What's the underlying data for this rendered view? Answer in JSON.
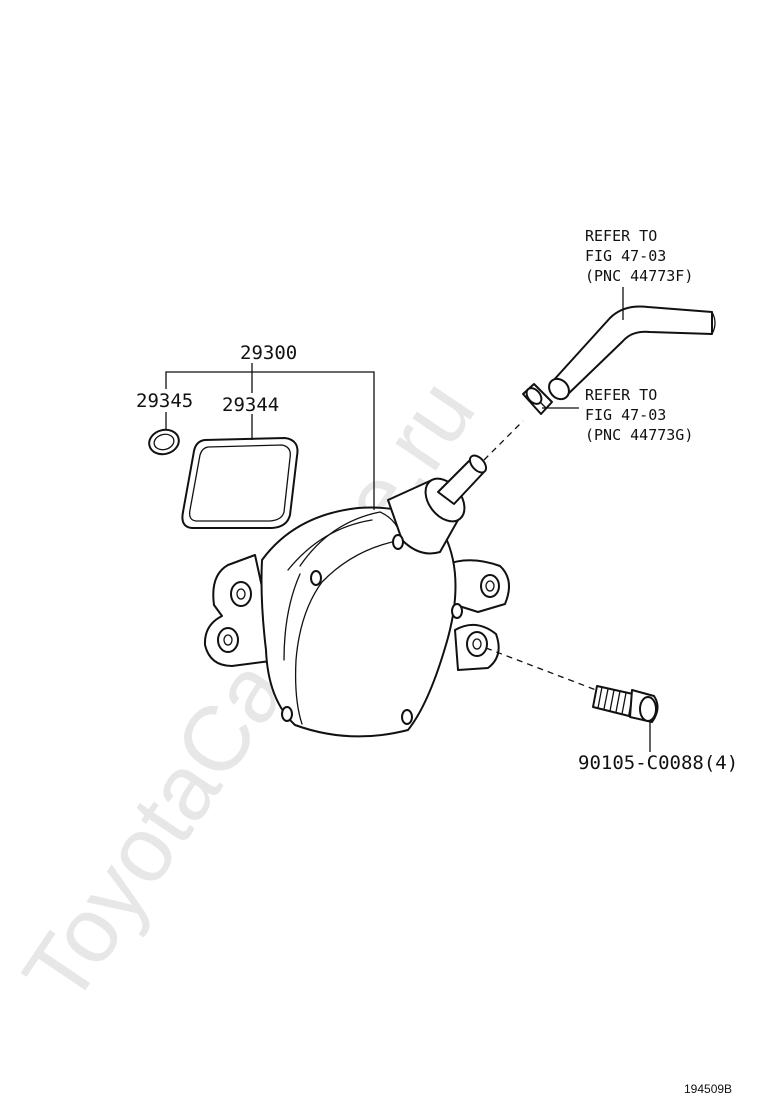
{
  "watermark": "ToyotaCarMine.ru",
  "parts": {
    "assembly": "29300",
    "o_ring": "29345",
    "gasket": "29344",
    "bolt": "90105-C0088(4)"
  },
  "references": {
    "hose": {
      "line1": "REFER TO",
      "line2": "FIG 47-03",
      "line3": "(PNC 44773F)"
    },
    "clamp": {
      "line1": "REFER TO",
      "line2": "FIG 47-03",
      "line3": "(PNC 44773G)"
    }
  },
  "illustration_code": "194509B"
}
